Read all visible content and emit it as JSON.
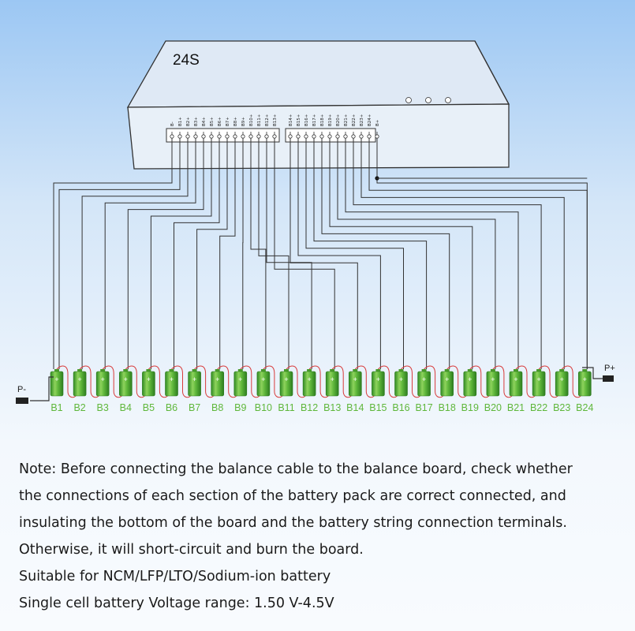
{
  "board": {
    "title": "24S",
    "left_pins": [
      "B-",
      "B1+",
      "B2+",
      "B3+",
      "B4+",
      "B5+",
      "B6+",
      "B7+",
      "B8+",
      "B9+",
      "B10+",
      "B11+",
      "B12+",
      "B13+"
    ],
    "right_pins": [
      "B14+",
      "B15+",
      "B16+",
      "B17+",
      "B18+",
      "B19+",
      "B20+",
      "B21+",
      "B22+",
      "B23+",
      "B24+",
      "B+"
    ]
  },
  "cells": [
    "B1",
    "B2",
    "B3",
    "B4",
    "B5",
    "B6",
    "B7",
    "B8",
    "B9",
    "B10",
    "B11",
    "B12",
    "B13",
    "B14",
    "B15",
    "B16",
    "B17",
    "B18",
    "B19",
    "B20",
    "B21",
    "B22",
    "B23",
    "B24"
  ],
  "cell_symbol": "+",
  "terminals": {
    "negative": "P-",
    "positive": "P+"
  },
  "colors": {
    "cell_green": "#5fb73b",
    "wire_red": "#d83b3b",
    "wire": "#333333"
  },
  "notes": [
    "Note: Before connecting the balance cable to the balance board, check whether",
    "the connections of each section of the battery pack are correct connected, and",
    "insulating the bottom of the board and the battery string connection terminals.",
    "Otherwise, it will short-circuit and burn the board.",
    "Suitable for NCM/LFP/LTO/Sodium-ion battery",
    "Single cell battery Voltage range: 1.50 V-4.5V"
  ]
}
